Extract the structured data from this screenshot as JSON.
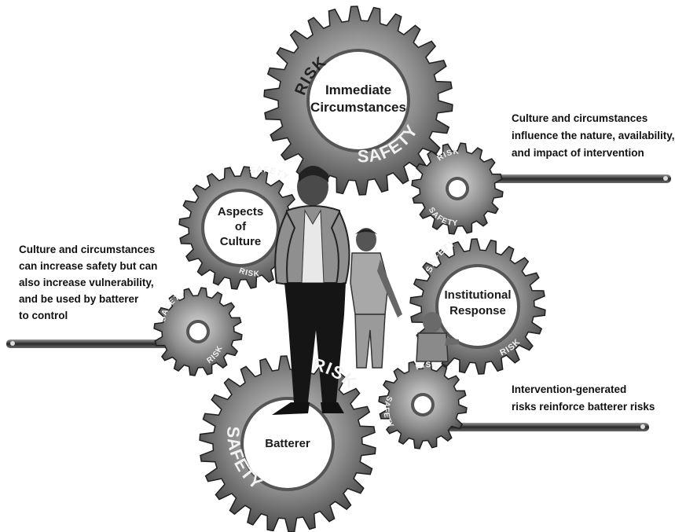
{
  "gears": {
    "immediate": {
      "line1": "Immediate",
      "line2": "Circumstances",
      "risk": "RISK",
      "safety": "SAFETY"
    },
    "culture": {
      "line1": "Aspects",
      "line2": "of",
      "line3": "Culture",
      "safety": "SAFETY",
      "risk": "RISK"
    },
    "institutional": {
      "line1": "Institutional",
      "line2": "Response",
      "safety": "SAFETY",
      "risk": "RISK"
    },
    "batterer": {
      "line1": "Batterer",
      "risk": "RISK",
      "safety": "SAFETY"
    },
    "small_right": {
      "risk": "RISK",
      "safety": "SAFETY"
    },
    "small_left": {
      "safety": "SAFETY",
      "risk": "RISK"
    },
    "small_bottom": {
      "risk": "RISK",
      "safety": "SAFETY"
    }
  },
  "captions": {
    "top_right": [
      "Culture and circumstances",
      "influence the nature, availability,",
      "and impact of intervention"
    ],
    "left": [
      "Culture and circumstances",
      "can increase safety but can",
      "also increase vulnerability,",
      "and be used by batterer",
      "to control"
    ],
    "bottom_right": [
      "Intervention-generated",
      "risks reinforce batterer risks"
    ]
  },
  "colors": {
    "gear_dark": "#3a3a3a",
    "gear_mid": "#7a7a7a",
    "gear_light": "#bdbdbd",
    "hub": "#ffffff"
  }
}
